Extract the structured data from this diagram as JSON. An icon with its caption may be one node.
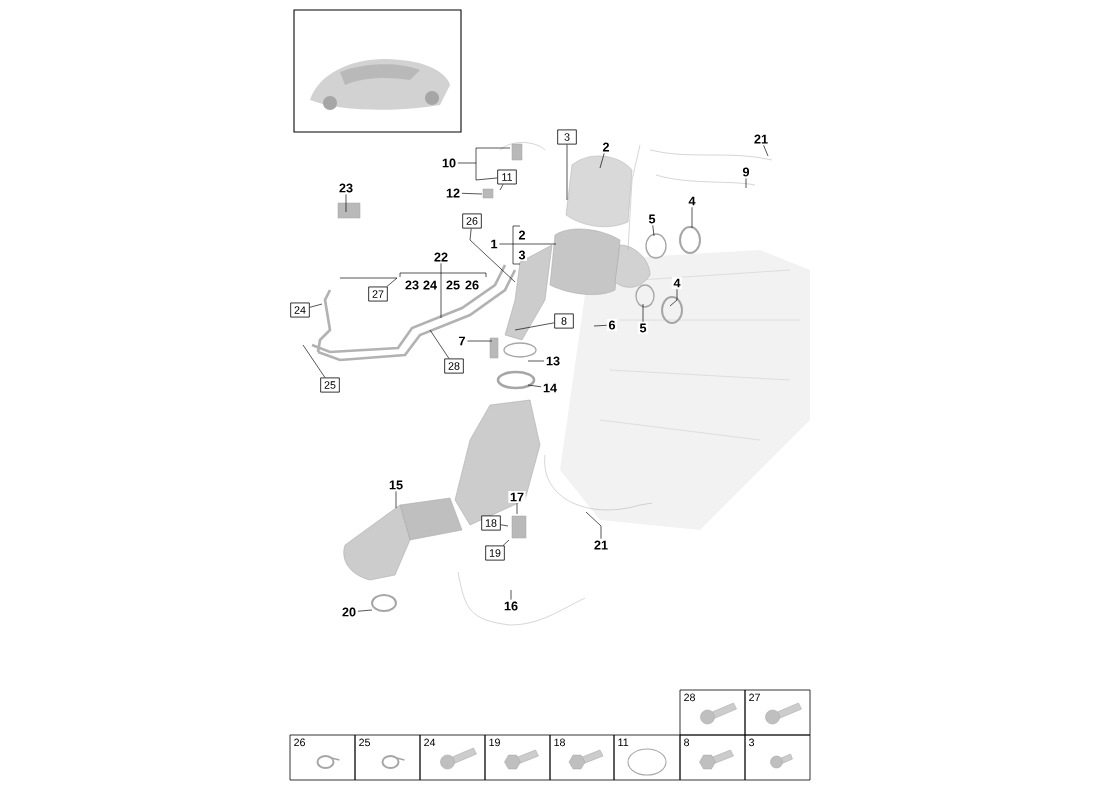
{
  "diagram": {
    "nodes": [
      {
        "text": [
          "3"
        ]
      },
      {
        "text": [
          "21"
        ]
      },
      {
        "text": [
          "2"
        ]
      },
      {
        "text": [
          "10"
        ]
      },
      {
        "text": [
          "9"
        ]
      },
      {
        "text": [
          "11"
        ]
      },
      {
        "text": [
          "23"
        ]
      },
      {
        "text": [
          "12"
        ]
      },
      {
        "text": [
          "4"
        ]
      },
      {
        "text": [
          "5"
        ]
      },
      {
        "text": [
          "26"
        ]
      },
      {
        "text": [
          "1"
        ]
      },
      {
        "text": [
          "22"
        ]
      },
      {
        "text": [
          "4"
        ]
      },
      {
        "text": [
          "27"
        ]
      },
      {
        "text": [
          "24"
        ]
      },
      {
        "text": [
          "8"
        ]
      },
      {
        "text": [
          "6"
        ]
      },
      {
        "text": [
          "5"
        ]
      },
      {
        "text": [
          "7"
        ]
      },
      {
        "text": [
          "13"
        ]
      },
      {
        "text": [
          "28"
        ]
      },
      {
        "text": [
          "25"
        ]
      },
      {
        "text": [
          "14"
        ]
      },
      {
        "text": [
          "15"
        ]
      },
      {
        "text": [
          "17"
        ]
      },
      {
        "text": [
          "18"
        ]
      },
      {
        "text": [
          "21"
        ]
      },
      {
        "text": [
          "19"
        ]
      },
      {
        "text": [
          "16"
        ]
      },
      {
        "text": [
          "20"
        ]
      }
    ],
    "edges": [
      {
        "from": 0,
        "to": null,
        "arrow": "none"
      },
      {
        "from": 1,
        "to": null,
        "arrow": "none"
      },
      {
        "from": 2,
        "to": null,
        "arrow": "none"
      },
      {
        "from": 3,
        "to": 5,
        "arrow": "none"
      },
      {
        "from": 4,
        "to": null,
        "arrow": "none"
      },
      {
        "from": 5,
        "to": null,
        "arrow": "none"
      },
      {
        "from": 6,
        "to": null,
        "arrow": "none"
      },
      {
        "from": 7,
        "to": null,
        "arrow": "none"
      },
      {
        "from": 8,
        "to": null,
        "arrow": "none"
      },
      {
        "from": 9,
        "to": null,
        "arrow": "none"
      },
      {
        "from": 10,
        "to": null,
        "arrow": "none"
      },
      {
        "from": 11,
        "to": null,
        "arrow": "none"
      },
      {
        "from": 12,
        "to": null,
        "arrow": "none"
      },
      {
        "from": 13,
        "to": null,
        "arrow": "none"
      },
      {
        "from": 14,
        "to": null,
        "arrow": "none"
      },
      {
        "from": 15,
        "to": null,
        "arrow": "none"
      },
      {
        "from": 16,
        "to": null,
        "arrow": "none"
      },
      {
        "from": 17,
        "to": null,
        "arrow": "none"
      },
      {
        "from": 18,
        "to": null,
        "arrow": "none"
      },
      {
        "from": 19,
        "to": null,
        "arrow": "none"
      },
      {
        "from": 20,
        "to": null,
        "arrow": "none"
      },
      {
        "from": 21,
        "to": null,
        "arrow": "none"
      },
      {
        "from": 22,
        "to": null,
        "arrow": "none"
      },
      {
        "from": 23,
        "to": null,
        "arrow": "none"
      },
      {
        "from": 24,
        "to": null,
        "arrow": "none"
      },
      {
        "from": 25,
        "to": null,
        "arrow": "none"
      },
      {
        "from": 26,
        "to": null,
        "arrow": "none"
      },
      {
        "from": 27,
        "to": null,
        "arrow": "none"
      },
      {
        "from": 28,
        "to": null,
        "arrow": "none"
      },
      {
        "from": 29,
        "to": null,
        "arrow": "none"
      },
      {
        "from": 30,
        "to": null,
        "arrow": "none"
      }
    ],
    "labels": [
      "2",
      "3",
      "23",
      "24",
      "25",
      "26",
      "28",
      "27",
      "26",
      "25",
      "24",
      "19",
      "18",
      "11",
      "8",
      "3"
    ]
  }
}
